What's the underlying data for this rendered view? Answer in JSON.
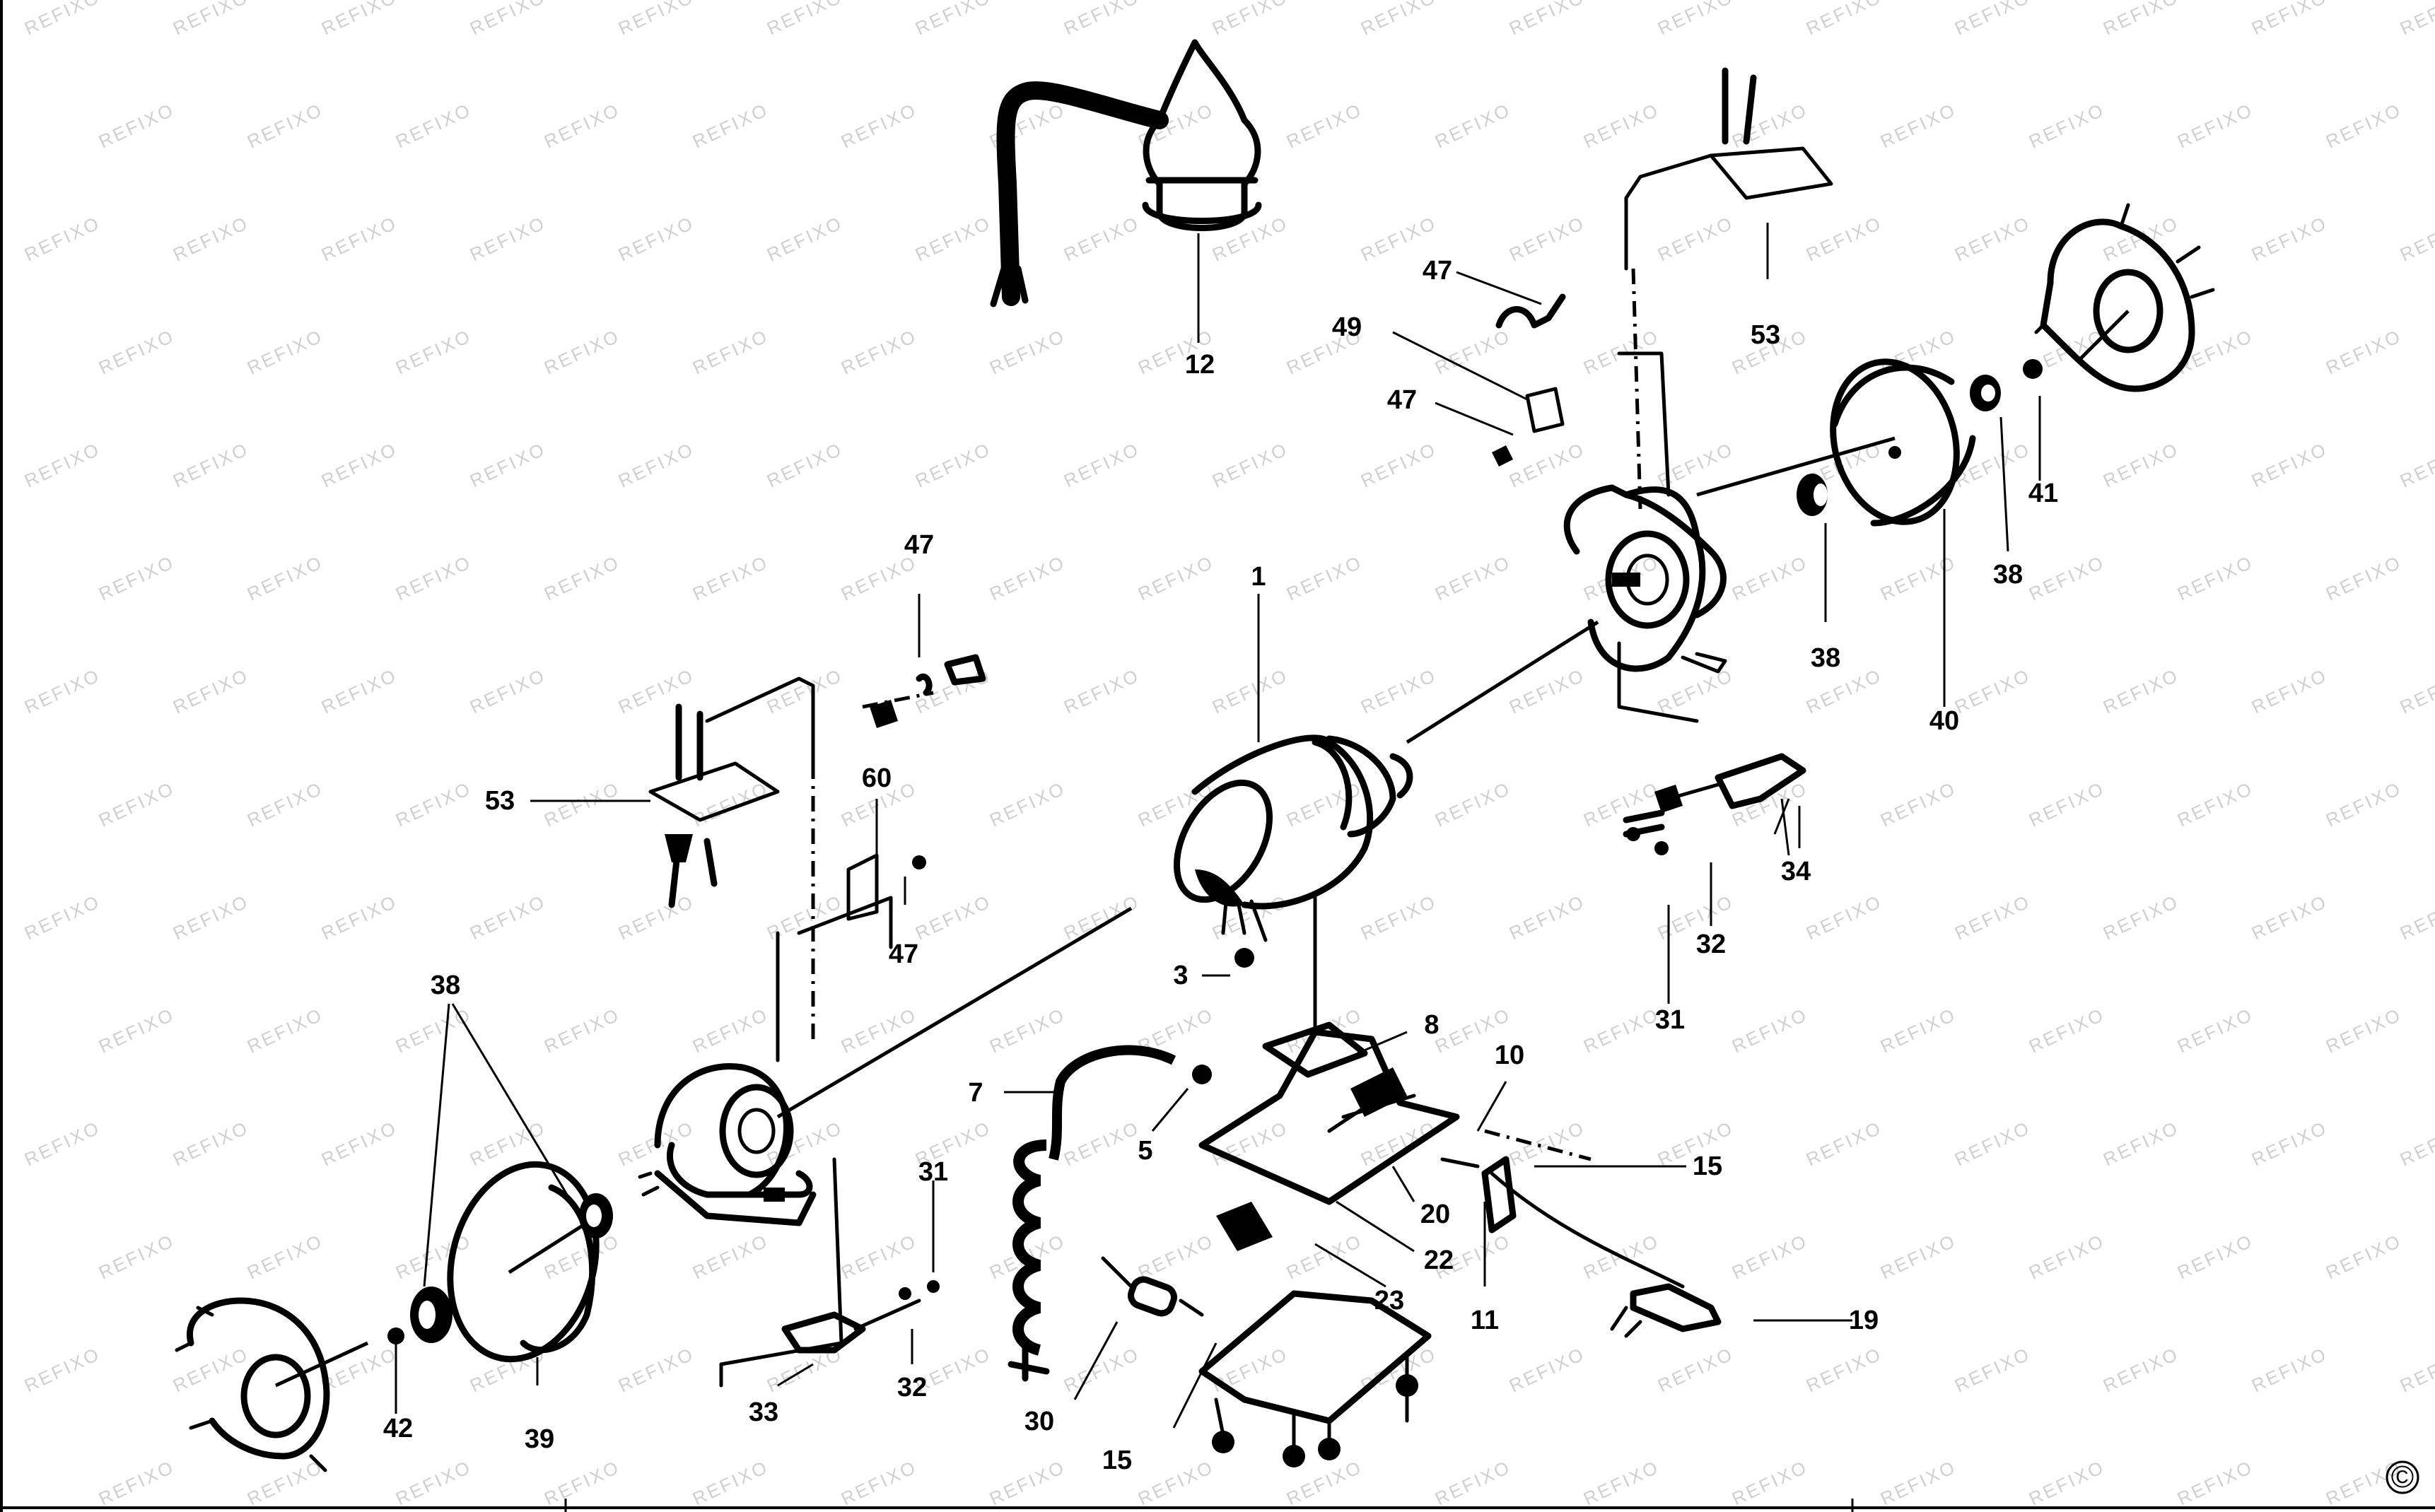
{
  "watermark": "REFIXO",
  "copyright": "©",
  "callouts": {
    "p1": "1",
    "p3": "3",
    "p5": "5",
    "p7": "7",
    "p8": "8",
    "p10": "10",
    "p11": "11",
    "p12": "12",
    "p15a": "15",
    "p15b": "15",
    "p19": "19",
    "p20": "20",
    "p22": "22",
    "p23": "23",
    "p30": "30",
    "p31a": "31",
    "p31b": "31",
    "p32a": "32",
    "p32b": "32",
    "p33": "33",
    "p34": "34",
    "p38a": "38",
    "p38b": "38",
    "p38c": "38",
    "p39": "39",
    "p40": "40",
    "p41": "41",
    "p42": "42",
    "p47a": "47",
    "p47b": "47",
    "p47c": "47",
    "p47d": "47",
    "p49": "49",
    "p53a": "53",
    "p53b": "53",
    "p60": "60"
  }
}
